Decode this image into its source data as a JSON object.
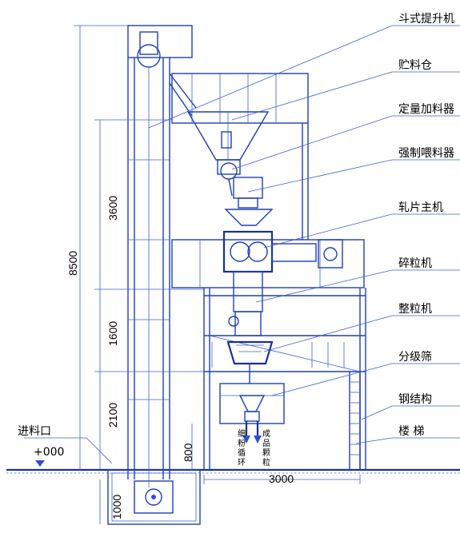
{
  "labels": {
    "bucket_elevator": "斗式提升机",
    "storage_bin": "贮料仓",
    "dosing_feeder": "定量加料器",
    "forced_feeder": "强制喂料器",
    "roller_press": "轧片主机",
    "crusher": "碎粒机",
    "granulator": "整粒机",
    "classifier_screen": "分级筛",
    "steel_structure": "钢结构",
    "stairs": "楼  梯",
    "feed_inlet": "进料口",
    "zero_level": "+000"
  },
  "outlets": {
    "fines_recycle": [
      "细",
      "粉",
      "循",
      "环"
    ],
    "product_granules": [
      "成",
      "品",
      "颗",
      "粒"
    ]
  },
  "dimensions": {
    "total_height": "8500",
    "upper": "3600",
    "middle": "1600",
    "lower": "2100",
    "pit": "1000",
    "base": "800",
    "width": "3000"
  },
  "colors": {
    "line": "#1f3fb6",
    "text": "#000000",
    "background": "#ffffff"
  }
}
